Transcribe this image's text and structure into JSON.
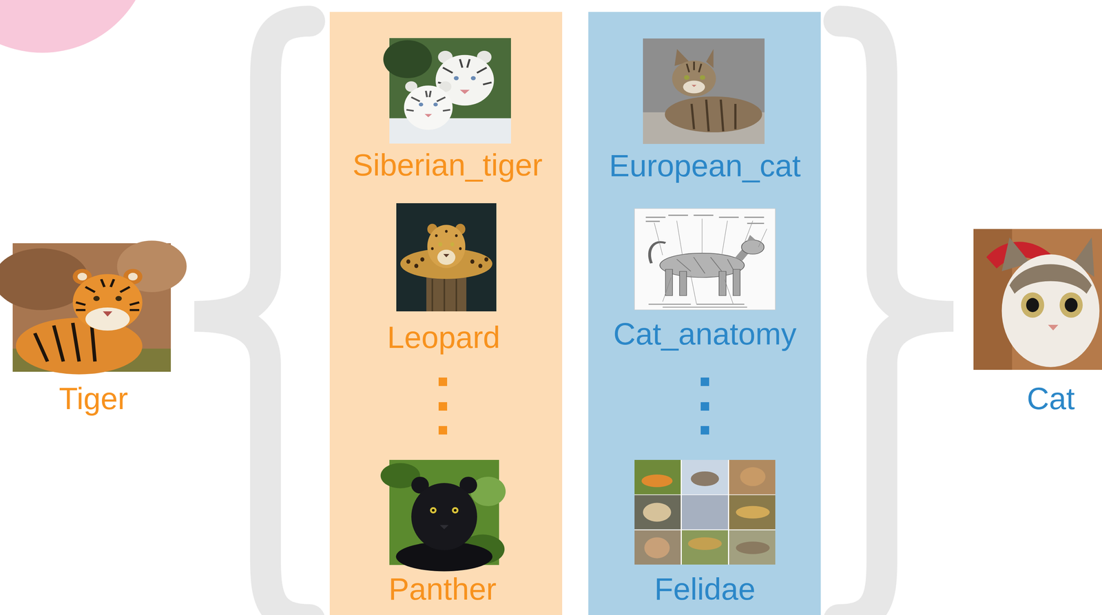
{
  "diagram": {
    "nodes": [
      {
        "text": [
          "Tiger"
        ]
      },
      {
        "text": [
          "Siberian_tiger"
        ]
      },
      {
        "text": [
          "Leopard"
        ]
      },
      {
        "text": [
          "Panther"
        ]
      },
      {
        "text": [
          "European_cat"
        ]
      },
      {
        "text": [
          "Cat_anatomy"
        ]
      },
      {
        "text": [
          "Felidae"
        ]
      },
      {
        "text": [
          "Cat"
        ]
      }
    ]
  }
}
